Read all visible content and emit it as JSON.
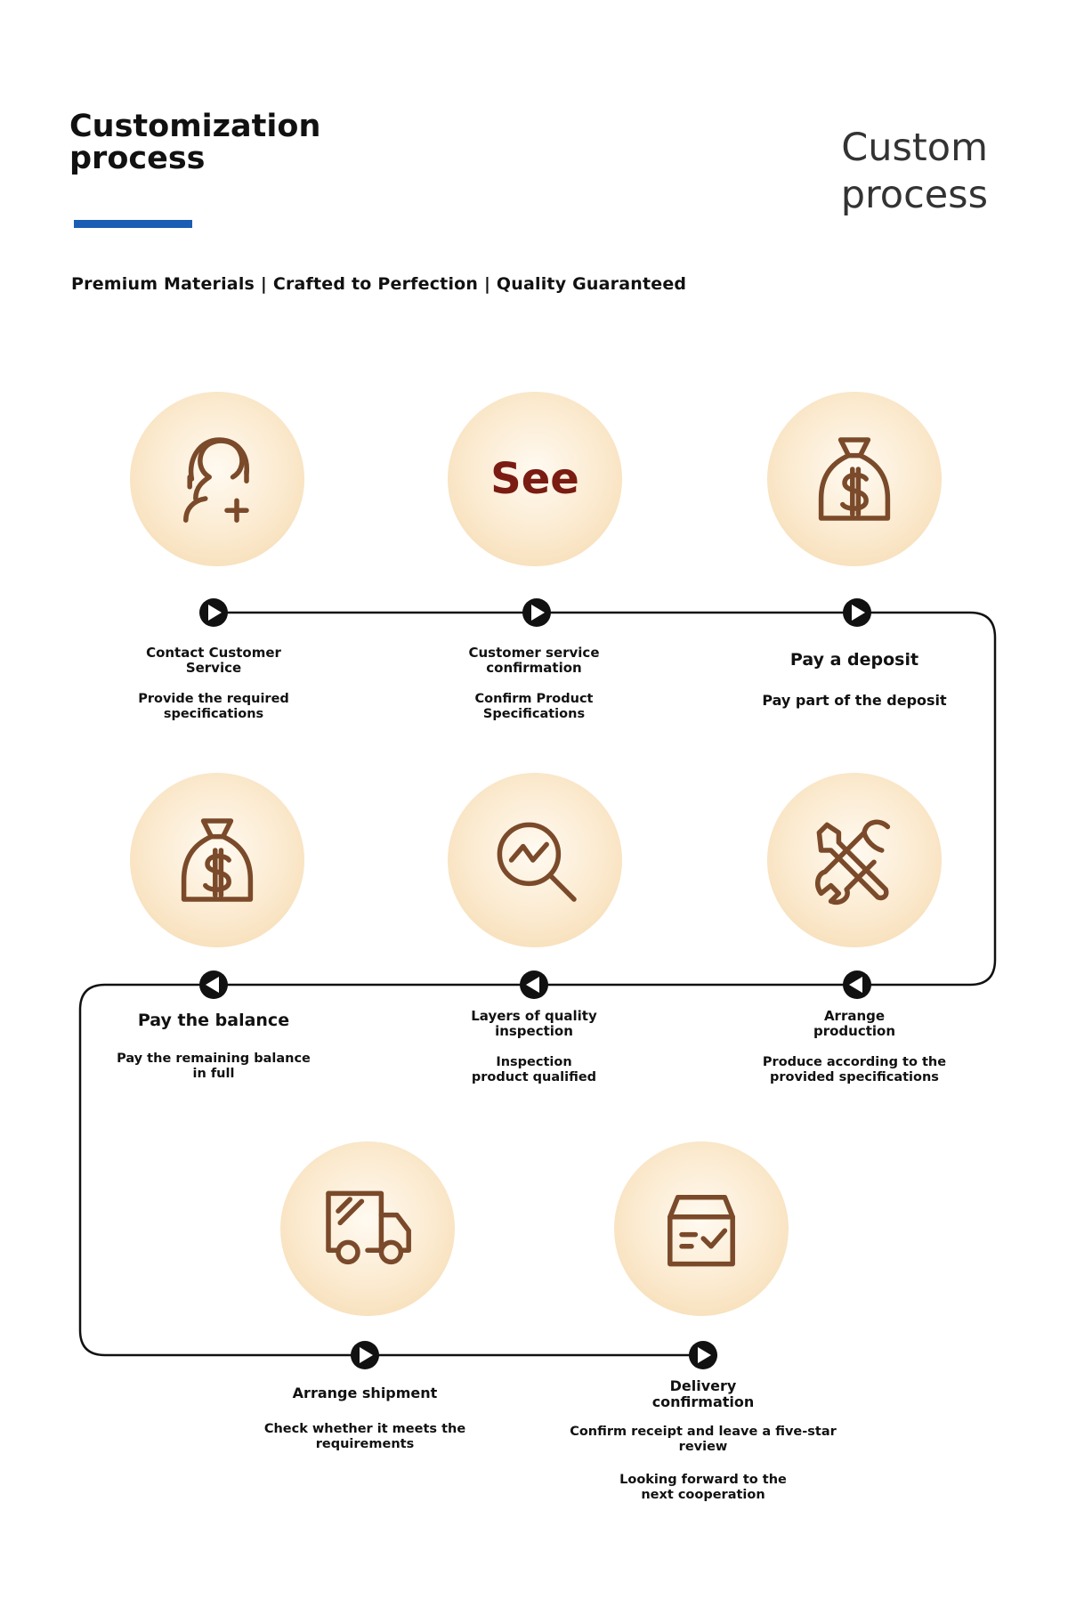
{
  "header": {
    "title_line1": "Customization",
    "title_line2": "process",
    "side_title_line1": "Custom",
    "side_title_line2": "process",
    "tagline": "Premium Materials | Crafted to Perfection | Quality Guaranteed",
    "accent_color": "#1a5db4",
    "icon_color": "#7a4a2a"
  },
  "steps": [
    {
      "title": "Contact Customer Service",
      "desc": "Provide the required specifications",
      "icon": "customer-service-icon"
    },
    {
      "title": "Customer service confirmation",
      "desc": "Confirm Product Specifications",
      "icon": "see-text",
      "icon_text": "See"
    },
    {
      "title": "Pay a deposit",
      "desc": "Pay part of the deposit",
      "icon": "money-bag-icon"
    },
    {
      "title": "Arrange production",
      "desc": "Produce according to the provided specifications",
      "icon": "tools-icon"
    },
    {
      "title": "Layers of quality inspection",
      "desc": "Inspection product qualified",
      "icon": "inspection-icon"
    },
    {
      "title": "Pay the balance",
      "desc": "Pay the remaining balance in full",
      "icon": "money-bag-icon"
    },
    {
      "title": "Arrange shipment",
      "desc": "Check whether it meets the requirements",
      "icon": "truck-icon"
    },
    {
      "title": "Delivery confirmation",
      "desc": "Confirm receipt and leave a five-star review",
      "desc2": "Looking forward to the next cooperation",
      "icon": "box-check-icon"
    }
  ]
}
